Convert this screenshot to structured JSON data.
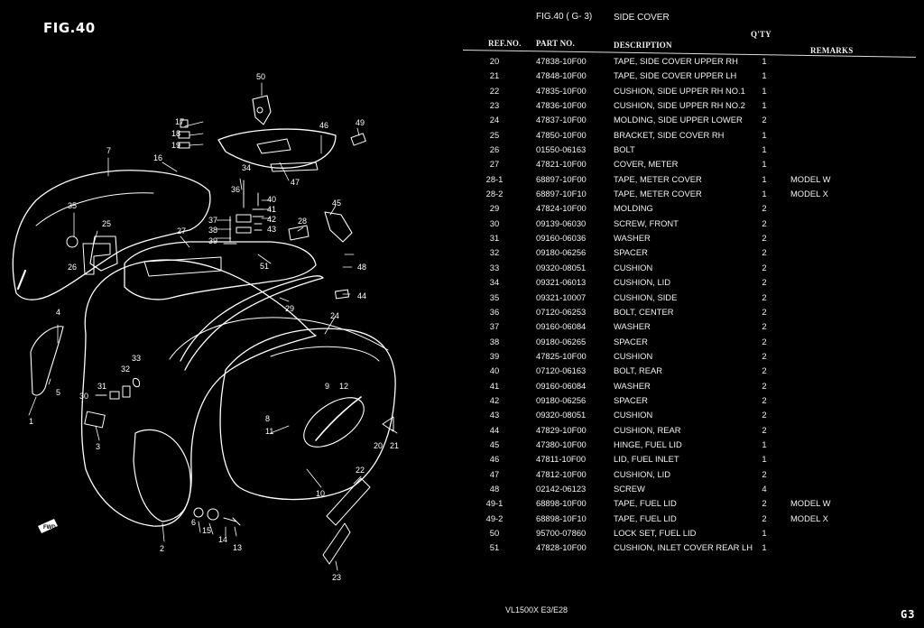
{
  "figure": {
    "title": "FIG.40",
    "fig_ref": "FIG.40 ( G- 3)",
    "section_title": "SIDE COVER",
    "callouts": [
      "50",
      "17",
      "18",
      "19",
      "16",
      "7",
      "35",
      "25",
      "26",
      "34",
      "36",
      "40",
      "41",
      "42",
      "43",
      "37",
      "38",
      "39",
      "27",
      "45",
      "28",
      "46",
      "49",
      "47",
      "48",
      "44",
      "51",
      "29",
      "24",
      "4",
      "5",
      "33",
      "32",
      "31",
      "30",
      "1",
      "3",
      "9",
      "12",
      "8",
      "11",
      "20",
      "21",
      "10",
      "22",
      "6",
      "15",
      "14",
      "13",
      "2",
      "23"
    ],
    "front_marker": "FWD"
  },
  "table": {
    "headers": {
      "ref_no": "REF.NO.",
      "part_no": "PART NO.",
      "description": "DESCRIPTION",
      "qty": "Q'TY",
      "remarks": "REMARKS"
    },
    "rows": [
      {
        "ref": "20",
        "part": "47838-10F00",
        "desc": "TAPE, SIDE COVER UPPER RH",
        "qty": "1",
        "remarks": ""
      },
      {
        "ref": "21",
        "part": "47848-10F00",
        "desc": "TAPE, SIDE COVER UPPER LH",
        "qty": "1",
        "remarks": ""
      },
      {
        "ref": "22",
        "part": "47835-10F00",
        "desc": "CUSHION, SIDE UPPER RH NO.1",
        "qty": "1",
        "remarks": ""
      },
      {
        "ref": "23",
        "part": "47836-10F00",
        "desc": "CUSHION, SIDE UPPER RH NO.2",
        "qty": "1",
        "remarks": ""
      },
      {
        "ref": "24",
        "part": "47837-10F00",
        "desc": "MOLDING, SIDE UPPER LOWER",
        "qty": "2",
        "remarks": ""
      },
      {
        "ref": "25",
        "part": "47850-10F00",
        "desc": "BRACKET, SIDE COVER RH",
        "qty": "1",
        "remarks": ""
      },
      {
        "ref": "26",
        "part": "01550-06163",
        "desc": "BOLT",
        "qty": "1",
        "remarks": ""
      },
      {
        "ref": "27",
        "part": "47821-10F00",
        "desc": "COVER, METER",
        "qty": "1",
        "remarks": ""
      },
      {
        "ref": "28-1",
        "part": "68897-10F00",
        "desc": "TAPE, METER COVER",
        "qty": "1",
        "remarks": "MODEL W"
      },
      {
        "ref": "28-2",
        "part": "68897-10F10",
        "desc": "TAPE, METER COVER",
        "qty": "1",
        "remarks": "MODEL X"
      },
      {
        "ref": "29",
        "part": "47824-10F00",
        "desc": "MOLDING",
        "qty": "2",
        "remarks": ""
      },
      {
        "ref": "30",
        "part": "09139-06030",
        "desc": "SCREW, FRONT",
        "qty": "2",
        "remarks": ""
      },
      {
        "ref": "31",
        "part": "09160-06036",
        "desc": "WASHER",
        "qty": "2",
        "remarks": ""
      },
      {
        "ref": "32",
        "part": "09180-06256",
        "desc": "SPACER",
        "qty": "2",
        "remarks": ""
      },
      {
        "ref": "33",
        "part": "09320-08051",
        "desc": "CUSHION",
        "qty": "2",
        "remarks": ""
      },
      {
        "ref": "34",
        "part": "09321-06013",
        "desc": "CUSHION, LID",
        "qty": "2",
        "remarks": ""
      },
      {
        "ref": "35",
        "part": "09321-10007",
        "desc": "CUSHION, SIDE",
        "qty": "2",
        "remarks": ""
      },
      {
        "ref": "36",
        "part": "07120-06253",
        "desc": "BOLT, CENTER",
        "qty": "2",
        "remarks": ""
      },
      {
        "ref": "37",
        "part": "09160-06084",
        "desc": "WASHER",
        "qty": "2",
        "remarks": ""
      },
      {
        "ref": "38",
        "part": "09180-06265",
        "desc": "SPACER",
        "qty": "2",
        "remarks": ""
      },
      {
        "ref": "39",
        "part": "47825-10F00",
        "desc": "CUSHION",
        "qty": "2",
        "remarks": ""
      },
      {
        "ref": "40",
        "part": "07120-06163",
        "desc": "BOLT, REAR",
        "qty": "2",
        "remarks": ""
      },
      {
        "ref": "41",
        "part": "09160-06084",
        "desc": "WASHER",
        "qty": "2",
        "remarks": ""
      },
      {
        "ref": "42",
        "part": "09180-06256",
        "desc": "SPACER",
        "qty": "2",
        "remarks": ""
      },
      {
        "ref": "43",
        "part": "09320-08051",
        "desc": "CUSHION",
        "qty": "2",
        "remarks": ""
      },
      {
        "ref": "44",
        "part": "47829-10F00",
        "desc": "CUSHION, REAR",
        "qty": "2",
        "remarks": ""
      },
      {
        "ref": "45",
        "part": "47380-10F00",
        "desc": "HINGE, FUEL LID",
        "qty": "1",
        "remarks": ""
      },
      {
        "ref": "46",
        "part": "47811-10F00",
        "desc": "LID, FUEL INLET",
        "qty": "1",
        "remarks": ""
      },
      {
        "ref": "47",
        "part": "47812-10F00",
        "desc": "CUSHION, LID",
        "qty": "2",
        "remarks": ""
      },
      {
        "ref": "48",
        "part": "02142-06123",
        "desc": "SCREW",
        "qty": "4",
        "remarks": ""
      },
      {
        "ref": "49-1",
        "part": "68898-10F00",
        "desc": "TAPE, FUEL LID",
        "qty": "2",
        "remarks": "MODEL W"
      },
      {
        "ref": "49-2",
        "part": "68898-10F10",
        "desc": "TAPE, FUEL LID",
        "qty": "2",
        "remarks": "MODEL X"
      },
      {
        "ref": "50",
        "part": "95700-07860",
        "desc": "LOCK SET, FUEL LID",
        "qty": "1",
        "remarks": ""
      },
      {
        "ref": "51",
        "part": "47828-10F00",
        "desc": "CUSHION, INLET COVER REAR LH",
        "qty": "1",
        "remarks": ""
      }
    ]
  },
  "footer": {
    "model": "VL1500X  E3/E28",
    "page": "G3"
  }
}
